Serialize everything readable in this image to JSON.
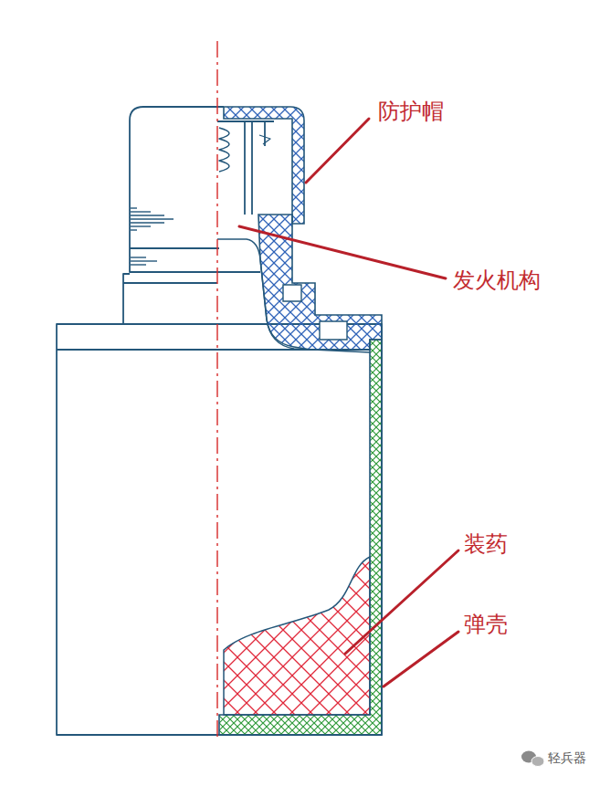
{
  "diagram": {
    "labels": [
      "防护帽",
      "发火机构",
      "装药",
      "弹壳",
      "轻兵器"
    ]
  }
}
